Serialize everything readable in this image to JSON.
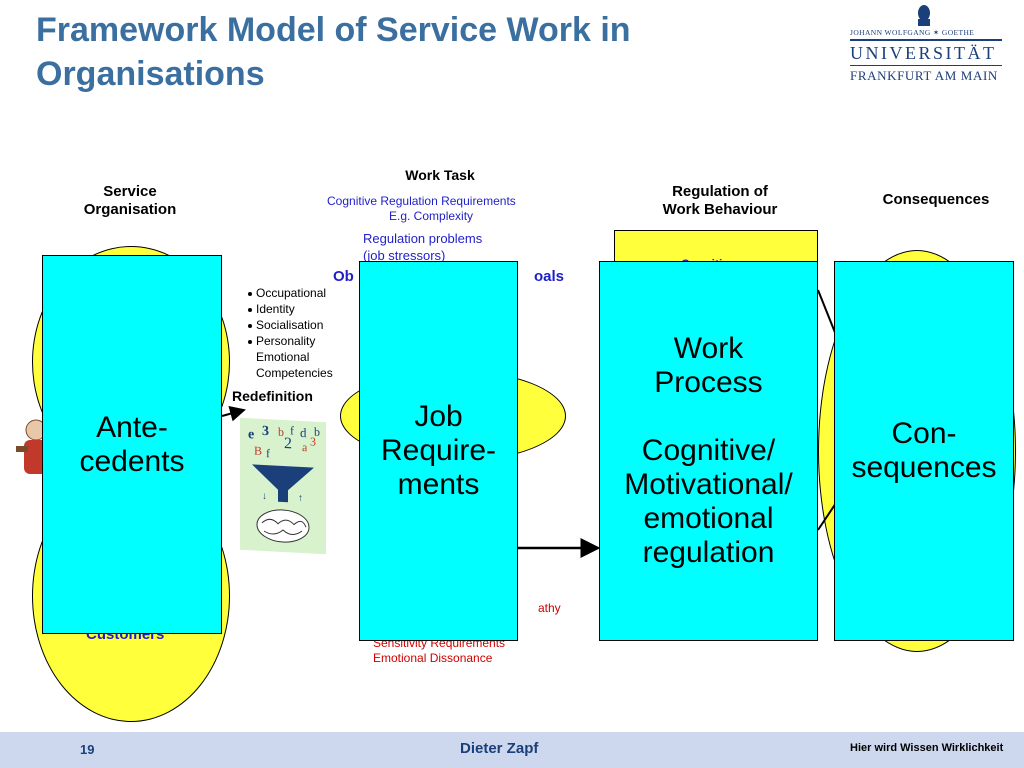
{
  "slide": {
    "title_line1": "Framework Model of Service Work in",
    "title_line2": "Organisations"
  },
  "logo": {
    "top": "JOHANN WOLFGANG ✶ GOETHE",
    "name": "UNIVERSITÄT",
    "city": "FRANKFURT AM MAIN"
  },
  "headings": {
    "service_org_1": "Service",
    "service_org_2": "Organisation",
    "work_task": "Work Task",
    "regulation_1": "Regulation of",
    "regulation_2": "Work Behaviour",
    "consequences": "Consequences"
  },
  "work_task_notes": {
    "cognitive_prefix": "Cognitive",
    "regulation_requirements": "Regulation Requirements",
    "eg_complexity": "E.g. Complexity",
    "regulation_problems": "Regulation problems",
    "job_stressors": "(job stressors)",
    "ob_prefix": "Ob",
    "goals_suffix": "oals"
  },
  "regulation_box": {
    "cognitive_partial": "Cognitive"
  },
  "antecedents_list": {
    "items": [
      "Occupational",
      "Identity",
      "Socialisation",
      "Personality",
      "Emotional",
      "Competencies"
    ]
  },
  "redefinition": "Redefinition",
  "emotion_notes": {
    "empathy_partial": "athy",
    "sensitivity": "Sensitivity Requirements",
    "dissonance": "Emotional Dissonance"
  },
  "customers_label": "Customers",
  "boxes": {
    "antecedents": "Ante-\ncedents",
    "job_requirements": "Job\nRequire-\nments",
    "work_process": "Work\nProcess\n\nCognitive/\nMotivational/\nemotional\nregulation",
    "consequences": "Con-\nsequences"
  },
  "footer": {
    "page": "19",
    "author": "Dieter Zapf",
    "slogan": "Hier wird Wissen Wirklichkeit"
  },
  "colors": {
    "title": "#3a6fa0",
    "box": "#00ffff",
    "ellipse": "#ffff3b",
    "footer": "#cdd8ee"
  }
}
